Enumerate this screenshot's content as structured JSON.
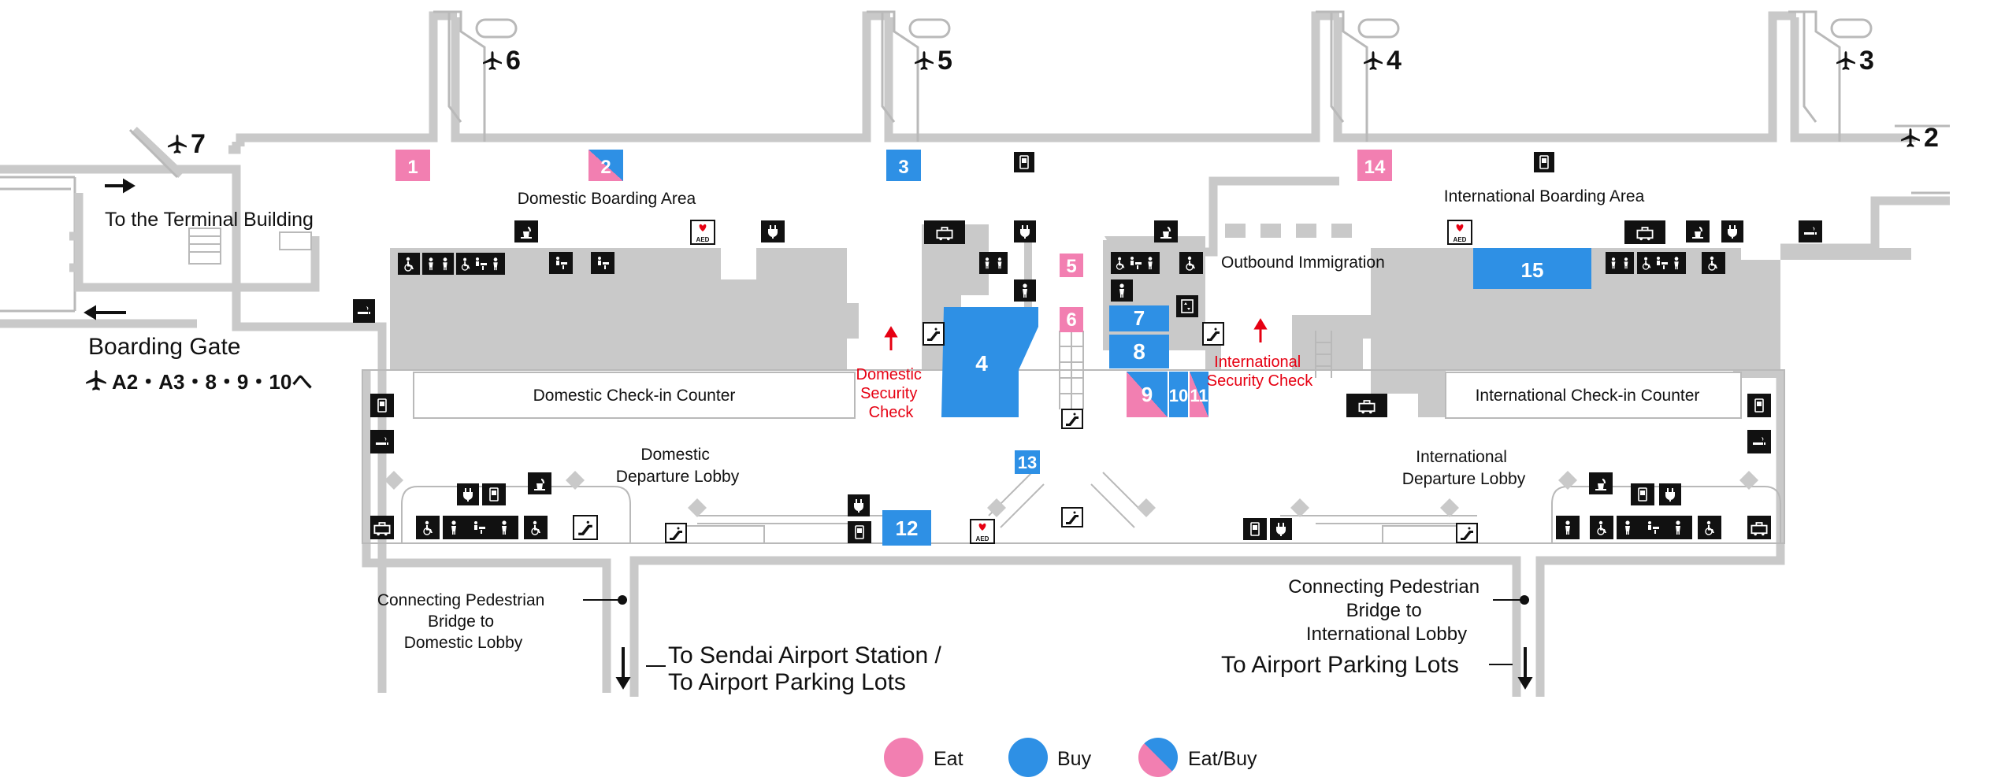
{
  "colors": {
    "eat": "#f27fb1",
    "buy": "#2e90e5",
    "wall": "#c9c9c9",
    "line": "#b9b9b9",
    "text": "#111111",
    "security": "#e60012",
    "icon_bg": "#111111"
  },
  "gates": [
    "6",
    "5",
    "4",
    "3",
    "2",
    "7"
  ],
  "areas": {
    "to_terminal": "To the Terminal Building",
    "domestic_boarding": "Domestic Boarding Area",
    "international_boarding": "International Boarding Area",
    "outbound_immigration": "Outbound Immigration",
    "boarding_gate_title": "Boarding Gate",
    "boarding_gate_list": "A2・A3・8・9・10へ",
    "domestic_checkin": "Domestic Check-in Counter",
    "international_checkin": "International Check-in Counter",
    "domestic_security": [
      "Domestic",
      "Security",
      "Check"
    ],
    "international_security": [
      "International",
      "Security Check"
    ],
    "domestic_lobby": [
      "Domestic",
      "Departure Lobby"
    ],
    "international_lobby": [
      "International",
      "Departure Lobby"
    ],
    "bridge_domestic": [
      "Connecting Pedestrian",
      "Bridge to",
      "Domestic Lobby"
    ],
    "bridge_international": [
      "Connecting Pedestrian",
      "Bridge to",
      "International Lobby"
    ],
    "to_station": [
      "To Sendai Airport Station /",
      "To Airport Parking Lots"
    ],
    "to_parking": "To Airport Parking Lots"
  },
  "shops": [
    {
      "id": "1",
      "type": "eat"
    },
    {
      "id": "2",
      "type": "eat-buy"
    },
    {
      "id": "3",
      "type": "buy"
    },
    {
      "id": "4",
      "type": "buy"
    },
    {
      "id": "5",
      "type": "eat"
    },
    {
      "id": "6",
      "type": "eat"
    },
    {
      "id": "7",
      "type": "buy"
    },
    {
      "id": "8",
      "type": "buy"
    },
    {
      "id": "9",
      "type": "eat-buy"
    },
    {
      "id": "10",
      "type": "buy"
    },
    {
      "id": "11",
      "type": "buy"
    },
    {
      "id": "12",
      "type": "buy"
    },
    {
      "id": "13",
      "type": "buy"
    },
    {
      "id": "14",
      "type": "eat"
    },
    {
      "id": "15",
      "type": "buy"
    }
  ],
  "icons": [
    "toilet-icon",
    "restroom-icon",
    "wheelchair-icon",
    "baby-care-icon",
    "elevator-icon",
    "escalator-icon",
    "power-outlet-icon",
    "aed-icon",
    "smoking-area-icon",
    "water-fountain-icon",
    "phone-icon",
    "atm-icon",
    "locker-icon",
    "baggage-icon",
    "nursing-room-icon",
    "prayer-icon",
    "info-icon",
    "lift-icon"
  ],
  "aed_label": "AED",
  "legend": [
    {
      "label": "Eat",
      "type": "eat"
    },
    {
      "label": "Buy",
      "type": "buy"
    },
    {
      "label": "Eat/Buy",
      "type": "eat-buy"
    }
  ]
}
